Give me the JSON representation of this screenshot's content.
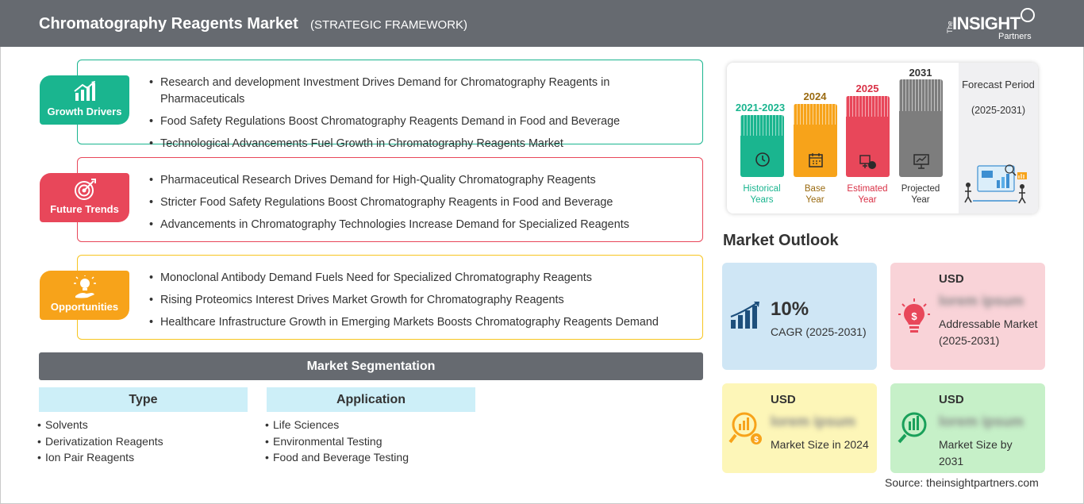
{
  "header": {
    "title": "Chromatography Reagents Market",
    "subtitle": "(STRATEGIC FRAMEWORK)",
    "logo_the": "The",
    "logo_insight": "INSIGHT",
    "logo_partners": "Partners"
  },
  "categories": [
    {
      "label": "Growth Drivers",
      "color": "#1ab58f",
      "icon": "growth-chart-icon",
      "items": [
        "Research and development Investment Drives Demand for Chromatography Reagents in Pharmaceuticals",
        "Food Safety Regulations Boost Chromatography Reagents Demand in Food and Beverage",
        "Technological Advancements Fuel Growth in Chromatography Reagents Market"
      ]
    },
    {
      "label": "Future Trends",
      "color": "#e8475a",
      "icon": "target-icon",
      "items": [
        "Pharmaceutical Research Drives Demand for High-Quality Chromatography Reagents",
        "Stricter Food Safety Regulations Boost Chromatography Reagents in Food and Beverage",
        "Advancements in Chromatography Technologies Increase Demand for Specialized Reagents"
      ]
    },
    {
      "label": "Opportunities",
      "color": "#f7a31a",
      "icon": "lightbulb-hand-icon",
      "items": [
        "Monoclonal Antibody Demand Fuels Need for Specialized Chromatography Reagents",
        "Rising Proteomics Interest Drives Market Growth for Chromatography Reagents",
        "Healthcare Infrastructure Growth in Emerging Markets Boosts Chromatography Reagents Demand"
      ]
    }
  ],
  "segmentation": {
    "title": "Market Segmentation",
    "columns": [
      {
        "heading": "Type",
        "items": [
          "Solvents",
          "Derivatization Reagents",
          "Ion Pair Reagents"
        ]
      },
      {
        "heading": "Application",
        "items": [
          "Life Sciences",
          "Environmental Testing",
          "Food and Beverage Testing"
        ]
      }
    ]
  },
  "timeline": {
    "bars": [
      {
        "year": "2021-2023",
        "label_line1": "Historical",
        "label_line2": "Years",
        "color": "#1ab58f",
        "icon": "history-icon"
      },
      {
        "year": "2024",
        "label_line1": "Base",
        "label_line2": "Year",
        "color": "#f7a31a",
        "icon": "calendar-icon"
      },
      {
        "year": "2025",
        "label_line1": "Estimated",
        "label_line2": "Year",
        "color": "#e8475a",
        "icon": "estimate-icon"
      },
      {
        "year": "2031",
        "label_line1": "Projected",
        "label_line2": "Year",
        "color": "#7d7d7d",
        "icon": "presentation-icon"
      }
    ],
    "forecast_title": "Forecast Period",
    "forecast_range": "(2025-2031)"
  },
  "outlook": {
    "title": "Market Outlook",
    "cagr_value": "10%",
    "cagr_label": "CAGR (2025-2031)",
    "addressable_currency": "USD",
    "addressable_value": "lorem ipsum",
    "addressable_label": "Addressable Market (2025-2031)",
    "size2024_currency": "USD",
    "size2024_value": "lorem ipsum",
    "size2024_label": "Market Size in 2024",
    "size2031_currency": "USD",
    "size2031_value": "lorem ipsum",
    "size2031_label": "Market Size by 2031"
  },
  "source": "Source: theinsightpartners.com"
}
